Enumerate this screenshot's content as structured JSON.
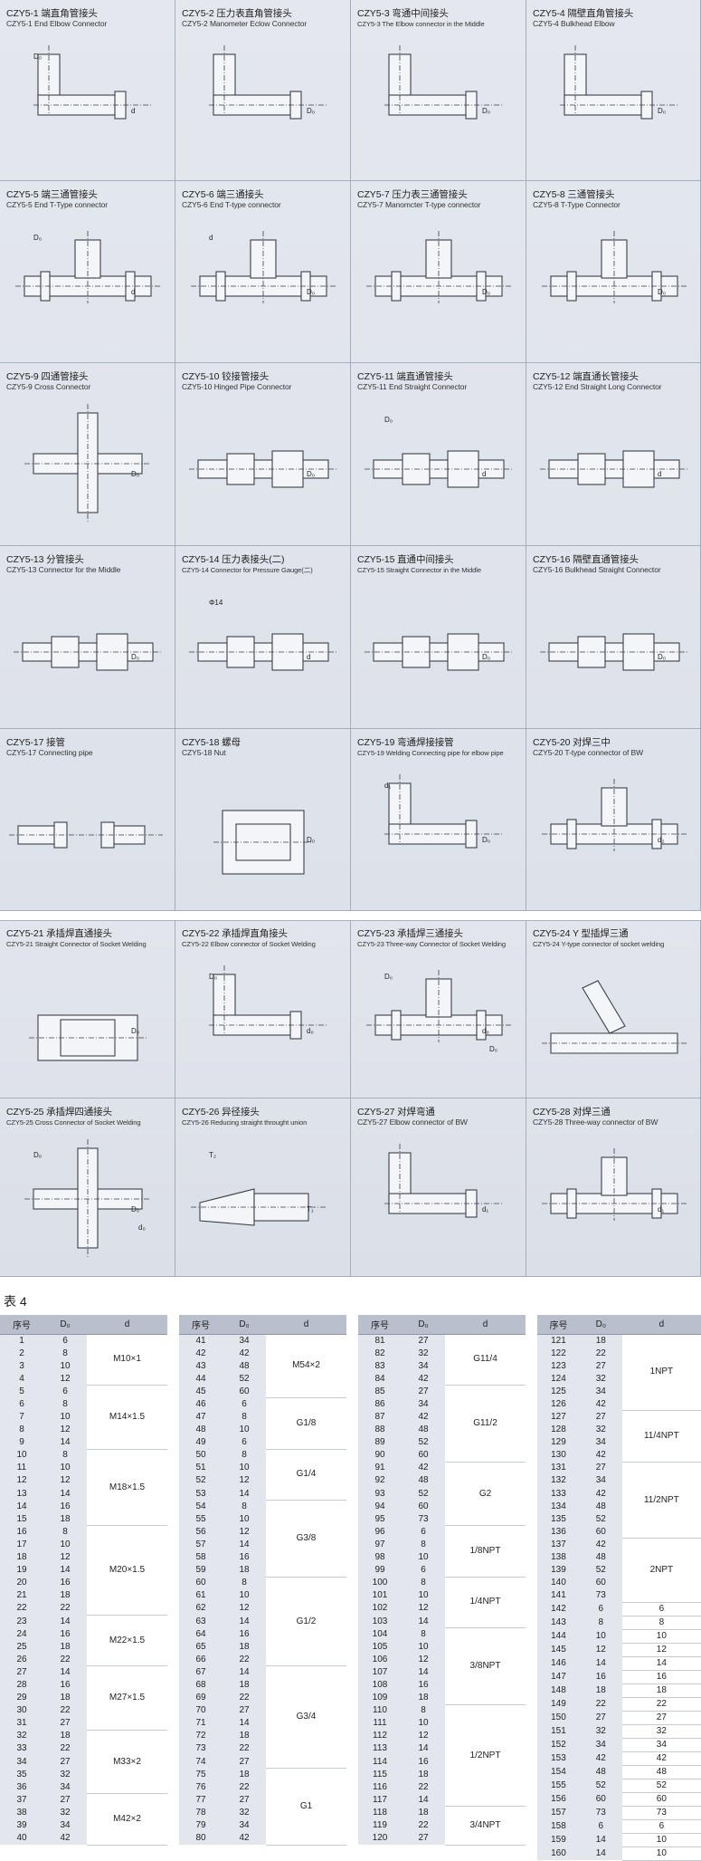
{
  "catalog": [
    {
      "code": "CZY5-1",
      "cn": "端直角管接头",
      "en": "CZY5-1 End Elbow Connector",
      "dims": [
        "d",
        "D₀"
      ]
    },
    {
      "code": "CZY5-2",
      "cn": "压力表直角管接头",
      "en": "CZY5-2 Manometer Eclow Connector",
      "dims": [
        "D₀"
      ]
    },
    {
      "code": "CZY5-3",
      "cn": "弯通中间接头",
      "en": "CZY5-3  The Elbow connector in the Middle",
      "dims": [
        "D₀"
      ]
    },
    {
      "code": "CZY5-4",
      "cn": "隔壁直角管接头",
      "en": "CZY5-4 Bulkhead Elbow",
      "dims": [
        "D₀"
      ]
    },
    {
      "code": "CZY5-5",
      "cn": "端三通管接头",
      "en": "CZY5-5  End T-Type connector",
      "dims": [
        "d",
        "D₀"
      ]
    },
    {
      "code": "CZY5-6",
      "cn": "端三通接头",
      "en": "CZY5-6  End T-type connector",
      "dims": [
        "D₀",
        "d"
      ]
    },
    {
      "code": "CZY5-7",
      "cn": "压力表三通管接头",
      "en": "CZY5-7 Manomcter T-type connector",
      "dims": [
        "D₀"
      ]
    },
    {
      "code": "CZY5-8",
      "cn": "三通管接头",
      "en": "CZY5-8  T-Type Connector",
      "dims": [
        "D₀"
      ]
    },
    {
      "code": "CZY5-9",
      "cn": "四通管接头",
      "en": "CZY5-9 Cross Connector",
      "dims": [
        "D₀"
      ]
    },
    {
      "code": "CZY5-10",
      "cn": "铰接管接头",
      "en": "CZY5-10 Hinged Pipe Connector",
      "dims": [
        "D₀"
      ]
    },
    {
      "code": "CZY5-11",
      "cn": "端直通管接头",
      "en": "CZY5-11 End Straight Connector",
      "dims": [
        "d",
        "D₀"
      ]
    },
    {
      "code": "CZY5-12",
      "cn": "端直通长管接头",
      "en": "CZY5-12 End Straight Long Connector",
      "dims": [
        "d"
      ]
    },
    {
      "code": "CZY5-13",
      "cn": "分管接头",
      "en": "CZY5-13 Connector for the Middle",
      "dims": [
        "D₀"
      ]
    },
    {
      "code": "CZY5-14",
      "cn": "压力表接头(二)",
      "en": "CZY5-14 Connector for Pressure Gauge(二)",
      "dims": [
        "d",
        "Φ14"
      ]
    },
    {
      "code": "CZY5-15",
      "cn": "直通中间接头",
      "en": "CZY5-15 Straight Connector in the Middle",
      "dims": [
        "D₀"
      ]
    },
    {
      "code": "CZY5-16",
      "cn": "隔壁直通管接头",
      "en": "CZY5-16  Bulkhead Straight Connector",
      "dims": [
        "D₀"
      ]
    },
    {
      "code": "CZY5-17",
      "cn": "接管",
      "en": "CZY5-17 Connecting pipe",
      "dims": []
    },
    {
      "code": "CZY5-18",
      "cn": "螺母",
      "en": "CZY5-18 Nut",
      "dims": [
        "D₀"
      ]
    },
    {
      "code": "CZY5-19",
      "cn": "弯通焊接接管",
      "en": "CZY5-19 Welding Connecting pipe for elbow pipe",
      "dims": [
        "D₀",
        "d₁"
      ]
    },
    {
      "code": "CZY5-20",
      "cn": "对焊三中",
      "en": "CZY5-20 T-type connector of BW",
      "dims": [
        "d₂"
      ]
    },
    {
      "code": "CZY5-21",
      "cn": "承插焊直通接头",
      "en": "CZY5-21 Straight Connector of Socket Welding",
      "dims": [
        "D₀"
      ]
    },
    {
      "code": "CZY5-22",
      "cn": "承插焊直角接头",
      "en": "CZY5-22 Elbow connector of Socket Welding",
      "dims": [
        "d₀",
        "D₀"
      ]
    },
    {
      "code": "CZY5-23",
      "cn": "承插焊三通接头",
      "en": "CZY5-23 Three-way Connector of Socket Welding",
      "dims": [
        "d₀",
        "D₀",
        "D₀"
      ]
    },
    {
      "code": "CZY5-24",
      "cn": "Y 型插焊三通",
      "en": "CZY5-24 Y-type connector of socket welding",
      "dims": []
    },
    {
      "code": "CZY5-25",
      "cn": "承插焊四通接头",
      "en": "CZY5-25 Cross Connector of Socket Welding",
      "dims": [
        "D₀",
        "D₀",
        "d₀"
      ]
    },
    {
      "code": "CZY5-26",
      "cn": "异径接头",
      "en": "CZY5-26 Reducing straight throught union",
      "dims": [
        "T₁",
        "T₂"
      ]
    },
    {
      "code": "CZY5-27",
      "cn": "对焊弯通",
      "en": "CZY5-27 Elbow connector of BW",
      "dims": [
        "d₁"
      ]
    },
    {
      "code": "CZY5-28",
      "cn": "对焊三通",
      "en": "CZY5-28 Three-way connector of BW",
      "dims": [
        "d₁"
      ]
    }
  ],
  "table": {
    "title": "表 4",
    "headers": {
      "num": "序号",
      "d0": "D₀",
      "d": "d"
    },
    "columns": [
      {
        "rows": [
          [
            1,
            6
          ],
          [
            2,
            8
          ],
          [
            3,
            10
          ],
          [
            4,
            12
          ],
          [
            5,
            6
          ],
          [
            6,
            8
          ],
          [
            7,
            10
          ],
          [
            8,
            12
          ],
          [
            9,
            14
          ],
          [
            10,
            8
          ],
          [
            11,
            10
          ],
          [
            12,
            12
          ],
          [
            13,
            14
          ],
          [
            14,
            16
          ],
          [
            15,
            18
          ],
          [
            16,
            8
          ],
          [
            17,
            10
          ],
          [
            18,
            12
          ],
          [
            19,
            14
          ],
          [
            20,
            16
          ],
          [
            21,
            18
          ],
          [
            22,
            22
          ],
          [
            23,
            14
          ],
          [
            24,
            16
          ],
          [
            25,
            18
          ],
          [
            26,
            22
          ],
          [
            27,
            14
          ],
          [
            28,
            16
          ],
          [
            29,
            18
          ],
          [
            30,
            22
          ],
          [
            31,
            27
          ],
          [
            32,
            18
          ],
          [
            33,
            22
          ],
          [
            34,
            27
          ],
          [
            35,
            32
          ],
          [
            36,
            34
          ],
          [
            37,
            27
          ],
          [
            38,
            32
          ],
          [
            39,
            34
          ],
          [
            40,
            42
          ]
        ],
        "groups": [
          {
            "label": "M10×1",
            "span": 4
          },
          {
            "label": "M14×1.5",
            "span": 5
          },
          {
            "label": "M18×1.5",
            "span": 6
          },
          {
            "label": "M20×1.5",
            "span": 7
          },
          {
            "label": "M22×1.5",
            "span": 4
          },
          {
            "label": "M27×1.5",
            "span": 5
          },
          {
            "label": "M33×2",
            "span": 5
          },
          {
            "label": "M42×2",
            "span": 4
          }
        ]
      },
      {
        "rows": [
          [
            41,
            34
          ],
          [
            42,
            42
          ],
          [
            43,
            48
          ],
          [
            44,
            52
          ],
          [
            45,
            60
          ],
          [
            46,
            6
          ],
          [
            47,
            8
          ],
          [
            48,
            10
          ],
          [
            49,
            6
          ],
          [
            50,
            8
          ],
          [
            51,
            10
          ],
          [
            52,
            12
          ],
          [
            53,
            14
          ],
          [
            54,
            8
          ],
          [
            55,
            10
          ],
          [
            56,
            12
          ],
          [
            57,
            14
          ],
          [
            58,
            16
          ],
          [
            59,
            18
          ],
          [
            60,
            8
          ],
          [
            61,
            10
          ],
          [
            62,
            12
          ],
          [
            63,
            14
          ],
          [
            64,
            16
          ],
          [
            65,
            18
          ],
          [
            66,
            22
          ],
          [
            67,
            14
          ],
          [
            68,
            18
          ],
          [
            69,
            22
          ],
          [
            70,
            27
          ],
          [
            71,
            14
          ],
          [
            72,
            18
          ],
          [
            73,
            22
          ],
          [
            74,
            27
          ],
          [
            75,
            18
          ],
          [
            76,
            22
          ],
          [
            77,
            27
          ],
          [
            78,
            32
          ],
          [
            79,
            34
          ],
          [
            80,
            42
          ]
        ],
        "groups": [
          {
            "label": "M54×2",
            "span": 5
          },
          {
            "label": "G1/8",
            "span": 4
          },
          {
            "label": "G1/4",
            "span": 4
          },
          {
            "label": "G3/8",
            "span": 6
          },
          {
            "label": "G1/2",
            "span": 7
          },
          {
            "label": "G3/4",
            "span": 8
          },
          {
            "label": "G1",
            "span": 6
          }
        ]
      },
      {
        "rows": [
          [
            81,
            27
          ],
          [
            82,
            32
          ],
          [
            83,
            34
          ],
          [
            84,
            42
          ],
          [
            85,
            27
          ],
          [
            86,
            34
          ],
          [
            87,
            42
          ],
          [
            88,
            48
          ],
          [
            89,
            52
          ],
          [
            90,
            60
          ],
          [
            91,
            42
          ],
          [
            92,
            48
          ],
          [
            93,
            52
          ],
          [
            94,
            60
          ],
          [
            95,
            73
          ],
          [
            96,
            6
          ],
          [
            97,
            8
          ],
          [
            98,
            10
          ],
          [
            99,
            6
          ],
          [
            100,
            8
          ],
          [
            101,
            10
          ],
          [
            102,
            12
          ],
          [
            103,
            14
          ],
          [
            104,
            8
          ],
          [
            105,
            10
          ],
          [
            106,
            12
          ],
          [
            107,
            14
          ],
          [
            108,
            16
          ],
          [
            109,
            18
          ],
          [
            110,
            8
          ],
          [
            111,
            10
          ],
          [
            112,
            12
          ],
          [
            113,
            14
          ],
          [
            114,
            16
          ],
          [
            115,
            18
          ],
          [
            116,
            22
          ],
          [
            117,
            14
          ],
          [
            118,
            18
          ],
          [
            119,
            22
          ],
          [
            120,
            27
          ]
        ],
        "groups": [
          {
            "label": "G11/4",
            "span": 4
          },
          {
            "label": "G11/2",
            "span": 6
          },
          {
            "label": "G2",
            "span": 5
          },
          {
            "label": "1/8NPT",
            "span": 4
          },
          {
            "label": "1/4NPT",
            "span": 4
          },
          {
            "label": "3/8NPT",
            "span": 6
          },
          {
            "label": "1/2NPT",
            "span": 8
          },
          {
            "label": "3/4NPT",
            "span": 3
          }
        ]
      },
      {
        "rows": [
          [
            121,
            18
          ],
          [
            122,
            22
          ],
          [
            123,
            27
          ],
          [
            124,
            32
          ],
          [
            125,
            34
          ],
          [
            126,
            42
          ],
          [
            127,
            27
          ],
          [
            128,
            32
          ],
          [
            129,
            34
          ],
          [
            130,
            42
          ],
          [
            131,
            27
          ],
          [
            132,
            34
          ],
          [
            133,
            42
          ],
          [
            134,
            48
          ],
          [
            135,
            52
          ],
          [
            136,
            60
          ],
          [
            137,
            42
          ],
          [
            138,
            48
          ],
          [
            139,
            52
          ],
          [
            140,
            60
          ],
          [
            141,
            73
          ],
          [
            142,
            6
          ],
          [
            143,
            8
          ],
          [
            144,
            10
          ],
          [
            145,
            12
          ],
          [
            146,
            14
          ],
          [
            147,
            16
          ],
          [
            148,
            18
          ],
          [
            149,
            22
          ],
          [
            150,
            27
          ],
          [
            151,
            32
          ],
          [
            152,
            34
          ],
          [
            153,
            42
          ],
          [
            154,
            48
          ],
          [
            155,
            52
          ],
          [
            156,
            60
          ],
          [
            157,
            73
          ],
          [
            158,
            6
          ],
          [
            159,
            14
          ],
          [
            160,
            14
          ]
        ],
        "groups": [
          {
            "label": "1NPT",
            "span": 6
          },
          {
            "label": "11/4NPT",
            "span": 4
          },
          {
            "label": "11/2NPT",
            "span": 6
          },
          {
            "label": "2NPT",
            "span": 5
          },
          {
            "label": "6",
            "span": 1
          },
          {
            "label": "8",
            "span": 1
          },
          {
            "label": "10",
            "span": 1
          },
          {
            "label": "12",
            "span": 1
          },
          {
            "label": "14",
            "span": 1
          },
          {
            "label": "16",
            "span": 1
          },
          {
            "label": "18",
            "span": 1
          },
          {
            "label": "22",
            "span": 1
          },
          {
            "label": "27",
            "span": 1
          },
          {
            "label": "32",
            "span": 1
          },
          {
            "label": "34",
            "span": 1
          },
          {
            "label": "42",
            "span": 1
          },
          {
            "label": "48",
            "span": 1
          },
          {
            "label": "52",
            "span": 1
          },
          {
            "label": "60",
            "span": 1
          },
          {
            "label": "73",
            "span": 1
          },
          {
            "label": "6",
            "span": 1
          },
          {
            "label": "10",
            "span": 1
          },
          {
            "label": "10",
            "span": 1
          }
        ]
      }
    ]
  }
}
